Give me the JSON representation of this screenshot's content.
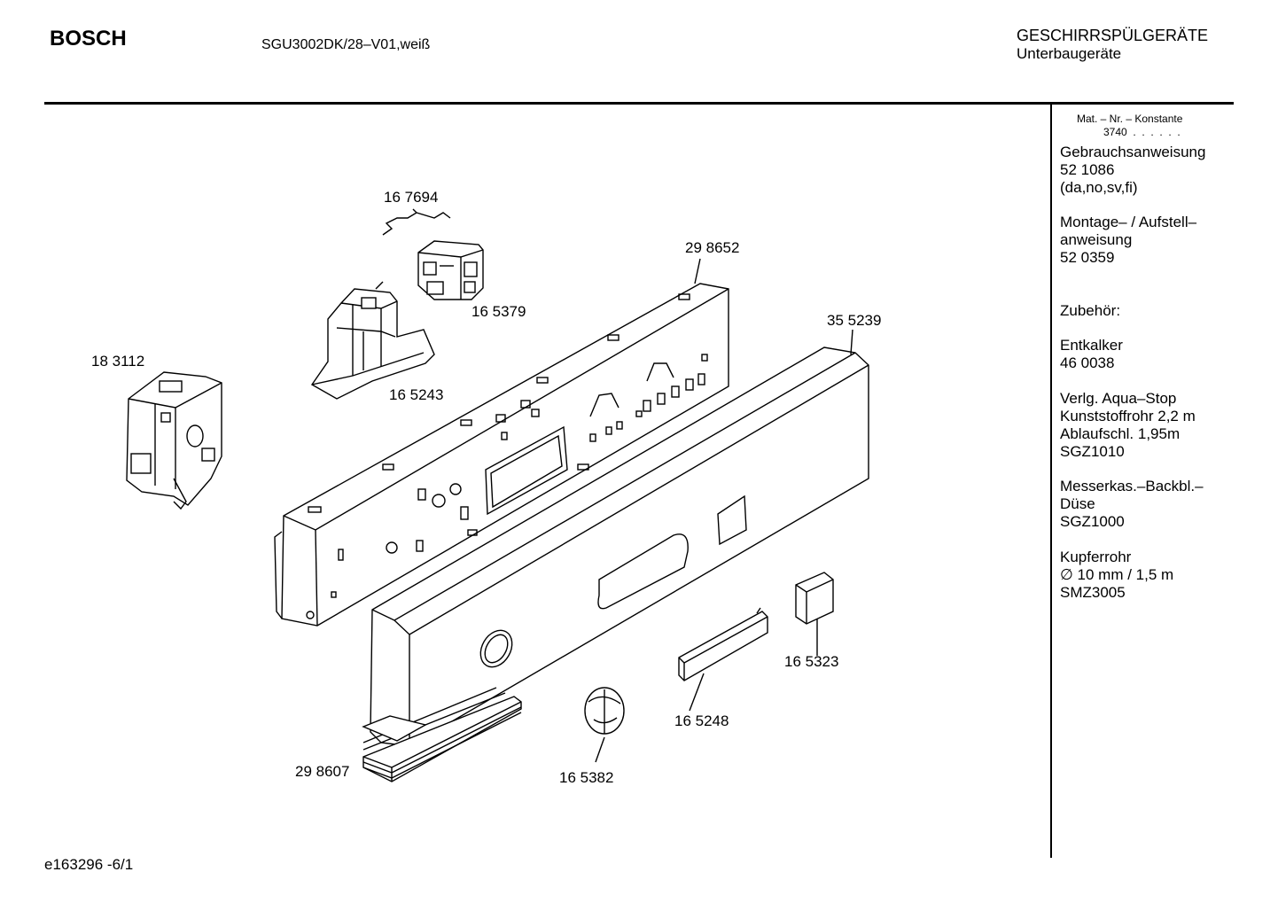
{
  "header": {
    "brand": "BOSCH",
    "model": "SGU3002DK/28–V01,weiß",
    "category_line1": "GESCHIRRSPÜLGERÄTE",
    "category_line2": "Unterbaugeräte"
  },
  "sidebar": {
    "mat_header": "Mat. – Nr. – Konstante",
    "mat_value": "3740  .  .  .  .  .  .",
    "blocks": [
      {
        "lines": [
          "Gebrauchsanweisung",
          "52 1086",
          "(da,no,sv,fi)"
        ]
      },
      {
        "lines": [
          "Montage– / Aufstell–",
          "anweisung",
          "52 0359"
        ]
      },
      {
        "lines": [
          "Zubehör:"
        ]
      },
      {
        "lines": [
          "Entkalker",
          "46 0038"
        ]
      },
      {
        "lines": [
          "Verlg. Aqua–Stop",
          "Kunststoffrohr 2,2 m",
          "Ablaufschl. 1,95m",
          "SGZ1010"
        ]
      },
      {
        "lines": [
          "Messerkas.–Backbl.–",
          "Düse",
          "SGZ1000"
        ]
      },
      {
        "lines": [
          "Kupferrohr",
          "∅ 10 mm / 1,5 m",
          "SMZ3005"
        ]
      }
    ]
  },
  "parts": [
    {
      "id": "p1",
      "label": "16 7694"
    },
    {
      "id": "p2",
      "label": "29 8652"
    },
    {
      "id": "p3",
      "label": "16 5379"
    },
    {
      "id": "p4",
      "label": "35 5239"
    },
    {
      "id": "p5",
      "label": "18 3112"
    },
    {
      "id": "p6",
      "label": "16 5243"
    },
    {
      "id": "p7",
      "label": "16 5323"
    },
    {
      "id": "p8",
      "label": "16 5248"
    },
    {
      "id": "p9",
      "label": "29 8607"
    },
    {
      "id": "p10",
      "label": "16 5382"
    }
  ],
  "footer": {
    "code": "e163296 -6/1"
  }
}
